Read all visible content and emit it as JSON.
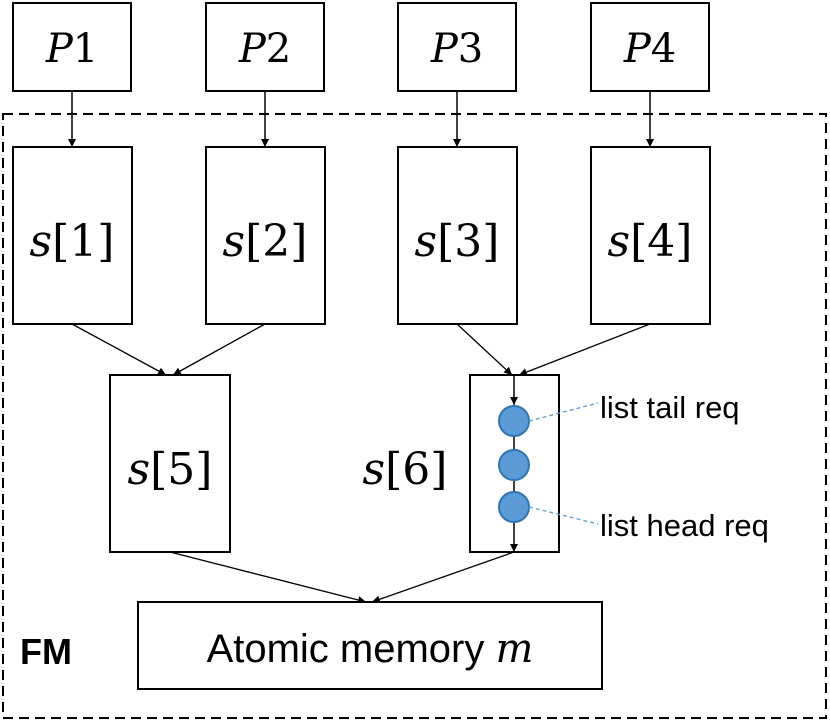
{
  "processes": [
    {
      "var": "P",
      "index": "1"
    },
    {
      "var": "P",
      "index": "2"
    },
    {
      "var": "P",
      "index": "3"
    },
    {
      "var": "P",
      "index": "4"
    }
  ],
  "nodes": [
    {
      "var": "s",
      "index": "[1]"
    },
    {
      "var": "s",
      "index": "[2]"
    },
    {
      "var": "s",
      "index": "[3]"
    },
    {
      "var": "s",
      "index": "[4]"
    },
    {
      "var": "s",
      "index": "[5]"
    },
    {
      "var": "s",
      "index": "[6]"
    }
  ],
  "region_label": "FM",
  "memory": {
    "text": "Atomic memory ",
    "var": "m"
  },
  "annotations": {
    "tail": "list tail req",
    "head": "list head req"
  },
  "colors": {
    "stroke": "#000000",
    "circle_fill": "#5b9bd5",
    "circle_stroke": "#2e75b6",
    "leader": "#5b9bd5"
  }
}
